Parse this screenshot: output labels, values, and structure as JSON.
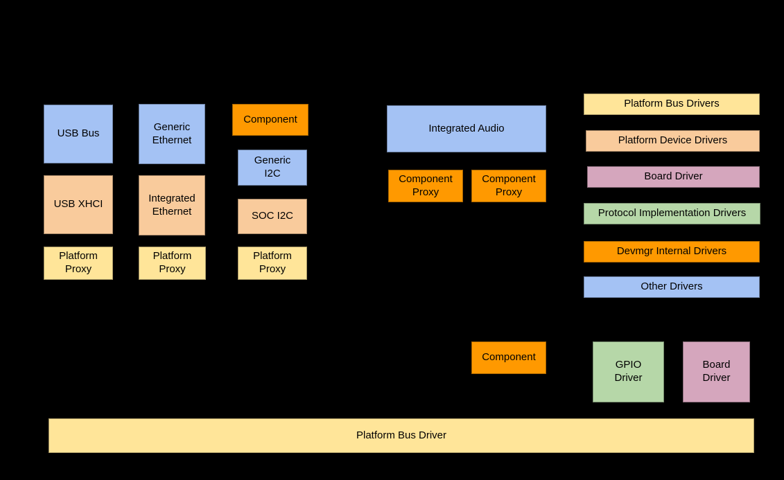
{
  "colors": {
    "background": "#000000",
    "blue": "#a4c2f4",
    "peach": "#f9cb9c",
    "yellow": "#ffe599",
    "orange": "#ff9900",
    "green": "#b6d7a8",
    "pink": "#d5a6bd",
    "text": "#000000"
  },
  "nodes": {
    "usb_bus": "USB Bus",
    "usb_xhci": "USB XHCI",
    "usb_platform_proxy": "Platform\nProxy",
    "generic_ethernet": "Generic\nEthernet",
    "integrated_ethernet": "Integrated\nEthernet",
    "ethernet_platform_proxy": "Platform\nProxy",
    "i2c_component": "Component",
    "generic_i2c": "Generic\nI2C",
    "soc_i2c": "SOC I2C",
    "i2c_platform_proxy": "Platform\nProxy",
    "integrated_audio": "Integrated Audio",
    "component_proxy_1": "Component\nProxy",
    "component_proxy_2": "Component\nProxy",
    "component": "Component",
    "gpio_driver": "GPIO\nDriver",
    "board_driver": "Board\nDriver",
    "platform_bus_driver": "Platform Bus Driver"
  },
  "legend": {
    "platform_bus_drivers": "Platform Bus Drivers",
    "platform_device_drivers": "Platform Device Drivers",
    "board_driver": "Board Driver",
    "protocol_implementation_drivers": "Protocol Implementation Drivers",
    "devmgr_internal_drivers": "Devmgr Internal Drivers",
    "other_drivers": "Other Drivers"
  }
}
